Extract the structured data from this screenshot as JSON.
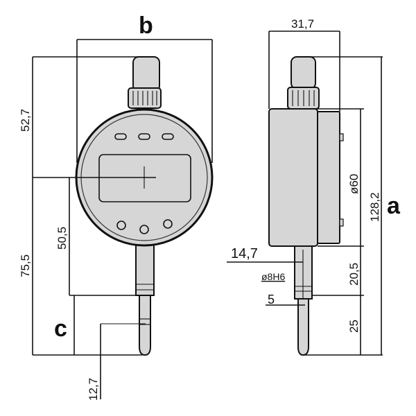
{
  "front_view": {
    "label_b": "b",
    "label_c": "c",
    "dim_top_to_center": "52,7",
    "dim_center_to_bottom": "75,5",
    "dim_center_to_stem": "50,5",
    "dim_tip": "12,7"
  },
  "side_view": {
    "dim_depth": "31,7",
    "dim_diameter": "ø60",
    "dim_total_height": "128,2",
    "label_a": "a",
    "dim_offset": "14,7",
    "dim_stem_fit": "ø8H6",
    "dim_stem_length": "20,5",
    "dim_spindle": "5",
    "dim_spindle_length": "25"
  },
  "colors": {
    "body_fill": "#d6d6d6",
    "line": "#111111"
  }
}
